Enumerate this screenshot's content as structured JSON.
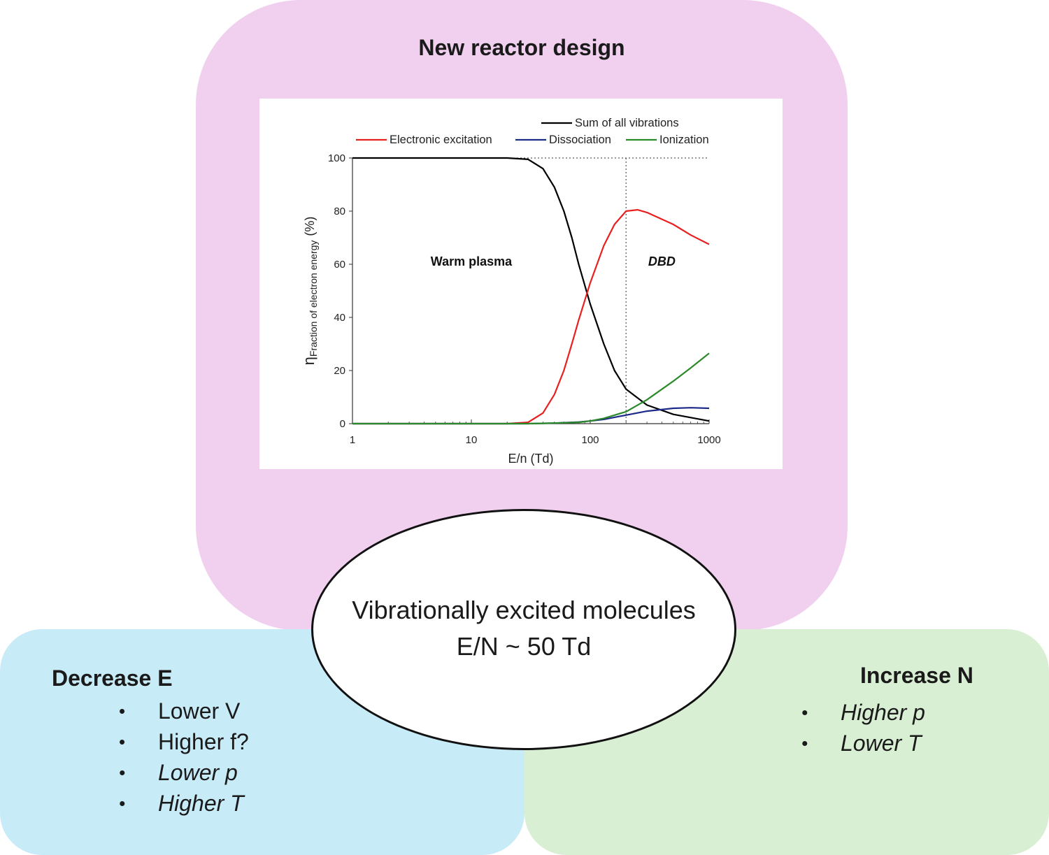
{
  "top_box": {
    "title": "New reactor design"
  },
  "left_box": {
    "title": "Decrease E",
    "items": [
      {
        "text": "Lower V",
        "italic": false
      },
      {
        "text": "Higher f?",
        "italic": false
      },
      {
        "text": "Lower p",
        "italic": true
      },
      {
        "text": "Higher T",
        "italic": true
      }
    ]
  },
  "right_box": {
    "title": "Increase N",
    "items": [
      {
        "text": "Higher p",
        "italic": true
      },
      {
        "text": "Lower T",
        "italic": true
      }
    ]
  },
  "center": {
    "line1": "Vibrationally excited molecules",
    "line2": "E/N ~ 50 Td"
  },
  "bullet_glyph": "•",
  "colors": {
    "top_box": "#f1d0ef",
    "left_box": "#c8ebf8",
    "right_box": "#d8efd3"
  },
  "chart_data": {
    "type": "line",
    "xlabel": "E/n (Td)",
    "ylabel_symbol": "η",
    "ylabel_sub": "Fraction of electron energy",
    "ylabel_unit": "(%)",
    "x_scale": "log",
    "xlim": [
      1,
      1000
    ],
    "ylim": [
      0,
      100
    ],
    "x_ticks": [
      1,
      10,
      100,
      1000
    ],
    "y_ticks": [
      0,
      20,
      40,
      60,
      80,
      100
    ],
    "legend_position": "top",
    "vline": {
      "x": 200,
      "style": "dotted"
    },
    "hline": {
      "y": 100,
      "style": "dotted"
    },
    "annotations": [
      {
        "text": "Warm plasma",
        "x": 10,
        "y": 61,
        "style": "bold"
      },
      {
        "text": "DBD",
        "x": 400,
        "y": 61,
        "style": "bold-italic"
      }
    ],
    "series": [
      {
        "name": "Sum of all vibrations",
        "color": "#000000",
        "x": [
          1,
          10,
          20,
          30,
          40,
          50,
          60,
          70,
          80,
          100,
          130,
          160,
          200,
          300,
          500,
          1000
        ],
        "y": [
          100,
          100,
          100,
          99.5,
          96,
          89,
          80,
          70,
          60,
          45,
          30,
          20,
          13,
          7,
          3.5,
          1
        ]
      },
      {
        "name": "Electronic excitation",
        "color": "#e82020",
        "x": [
          1,
          10,
          20,
          30,
          40,
          50,
          60,
          70,
          80,
          100,
          130,
          160,
          200,
          250,
          300,
          500,
          700,
          1000
        ],
        "y": [
          0,
          0,
          0,
          0.5,
          4,
          11,
          20,
          30,
          39,
          53,
          67,
          75,
          80,
          80.5,
          79.5,
          75,
          71,
          67.5
        ]
      },
      {
        "name": "Dissociation",
        "color": "#1c2a8a",
        "x": [
          1,
          10,
          30,
          50,
          80,
          100,
          130,
          200,
          300,
          500,
          700,
          1000
        ],
        "y": [
          0,
          0,
          0,
          0.2,
          0.6,
          1,
          1.6,
          3.2,
          4.7,
          5.8,
          6,
          5.8
        ]
      },
      {
        "name": "Ionization",
        "color": "#2a8a2a",
        "x": [
          1,
          10,
          30,
          50,
          80,
          100,
          130,
          200,
          300,
          500,
          700,
          1000
        ],
        "y": [
          0,
          0,
          0,
          0.2,
          0.5,
          1,
          2,
          4.5,
          9,
          16,
          21,
          26.5
        ]
      }
    ]
  }
}
